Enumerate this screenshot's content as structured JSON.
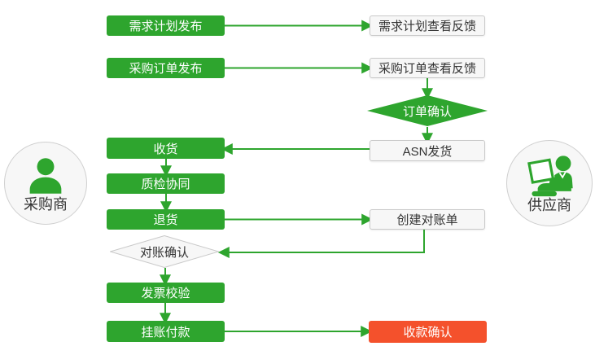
{
  "page": {
    "background": "#ffffff"
  },
  "colors": {
    "process_green": "#2ea52e",
    "end_red": "#f4512c",
    "neutral_fill": "#f7f7f7",
    "neutral_border": "#c9c9c9",
    "connector_green": "#2ea52e",
    "text_dark": "#333333",
    "text_light": "#ffffff"
  },
  "actors": {
    "buyer": {
      "label": "采购商",
      "icon": "person-icon"
    },
    "supplier": {
      "label": "供应商",
      "icon": "person-laptop-icon"
    }
  },
  "nodes": {
    "demand_plan_publish": {
      "label": "需求计划发布",
      "type": "process-green"
    },
    "demand_plan_feedback": {
      "label": "需求计划查看反馈",
      "type": "info-white"
    },
    "po_publish": {
      "label": "采购订单发布",
      "type": "process-green"
    },
    "po_feedback": {
      "label": "采购订单查看反馈",
      "type": "info-white"
    },
    "order_confirm": {
      "label": "订单确认",
      "type": "decision-green"
    },
    "receive_goods": {
      "label": "收货",
      "type": "process-green"
    },
    "asn_ship": {
      "label": "ASN发货",
      "type": "info-white"
    },
    "quality_collab": {
      "label": "质检协同",
      "type": "process-green"
    },
    "return_goods": {
      "label": "退货",
      "type": "process-green"
    },
    "create_statement": {
      "label": "创建对账单",
      "type": "info-white"
    },
    "statement_confirm": {
      "label": "对账确认",
      "type": "decision-white"
    },
    "invoice_verify": {
      "label": "发票校验",
      "type": "process-green"
    },
    "book_payment": {
      "label": "挂账付款",
      "type": "process-green"
    },
    "receipt_confirm": {
      "label": "收款确认",
      "type": "end-red"
    }
  }
}
